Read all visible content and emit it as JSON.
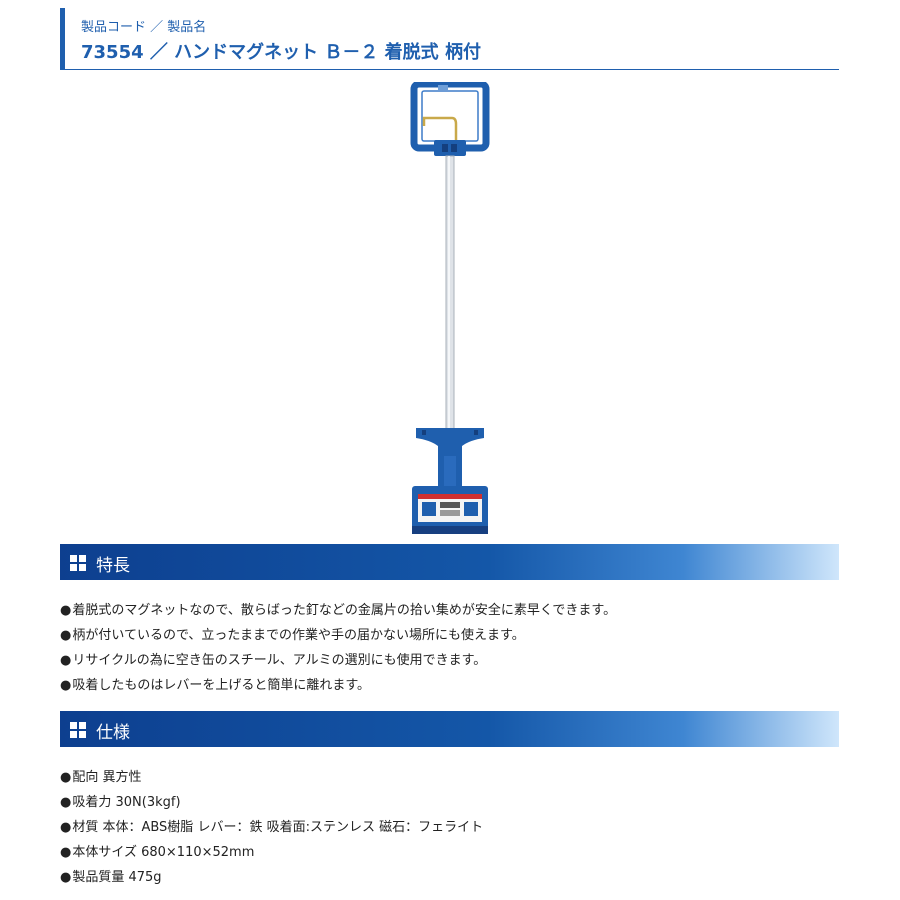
{
  "header": {
    "subtitle": "製品コード ／ 製品名",
    "title": "73554 ／ ハンドマグネット Ｂ－２ 着脱式 柄付"
  },
  "product_image": {
    "icon": "hand-magnet-product",
    "colors": {
      "body": "#1f5fae",
      "shaft": "#d8dde2",
      "lever": "#c9a94a"
    }
  },
  "features": {
    "heading": "特長",
    "bullet": "●",
    "items": [
      "着脱式のマグネットなので、散らばった釘などの金属片の拾い集めが安全に素早くできます。",
      "柄が付いているので、立ったままでの作業や手の届かない場所にも使えます。",
      "リサイクルの為に空き缶のスチール、アルミの選別にも使用できます。",
      "吸着したものはレバーを上げると簡単に離れます。"
    ]
  },
  "specs": {
    "heading": "仕様",
    "bullet": "●",
    "items": [
      "配向 異方性",
      "吸着力 30N(3kgf)",
      "材質 本体：ABS樹脂 レバー：鉄 吸着面:ステンレス 磁石：フェライト",
      "本体サイズ 680×110×52mm",
      "製品質量 475g"
    ]
  }
}
